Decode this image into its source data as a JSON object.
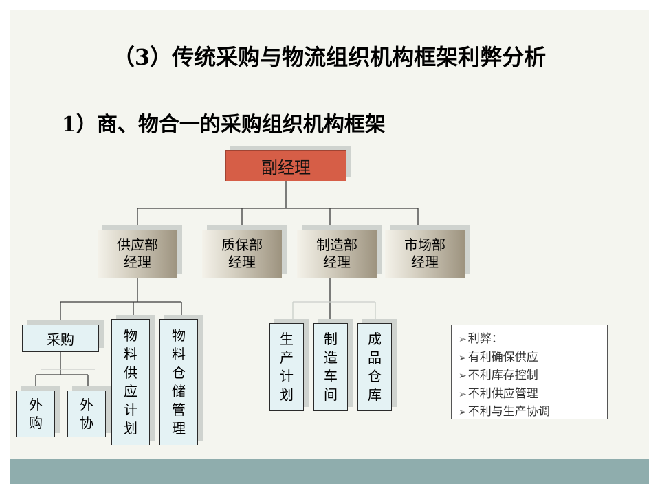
{
  "title": "（3）传统采购与物流组织机构框架利弊分析",
  "subtitle": "1）商、物合一的采购组织机构框架",
  "org": {
    "root": "副经理",
    "managers": [
      {
        "label": "供应部\n经理"
      },
      {
        "label": "质保部\n经理"
      },
      {
        "label": "制造部\n经理"
      },
      {
        "label": "市场部\n经理"
      }
    ],
    "supply": {
      "purchase": "采购",
      "outsource": [
        "外\n购",
        "外\n协"
      ],
      "material_plan": [
        "物",
        "料",
        "供",
        "应",
        "计",
        "划"
      ],
      "material_storage": [
        "物",
        "料",
        "仓",
        "储",
        "管",
        "理"
      ]
    },
    "manufacturing": [
      [
        "生",
        "产",
        "计",
        "划"
      ],
      [
        "制",
        "造",
        "车",
        "间"
      ],
      [
        "成",
        "品",
        "仓",
        "库"
      ]
    ]
  },
  "assessment": {
    "items": [
      "利弊：",
      "有利确保供应",
      "不利库存控制",
      "不利供应管理",
      "不利与生产协调"
    ]
  },
  "colors": {
    "root_fill": "#d65e47",
    "light_box_fill": "#e4f2f4",
    "footer_bar": "#8fadad",
    "slide_bg": "#f4f5ef"
  }
}
